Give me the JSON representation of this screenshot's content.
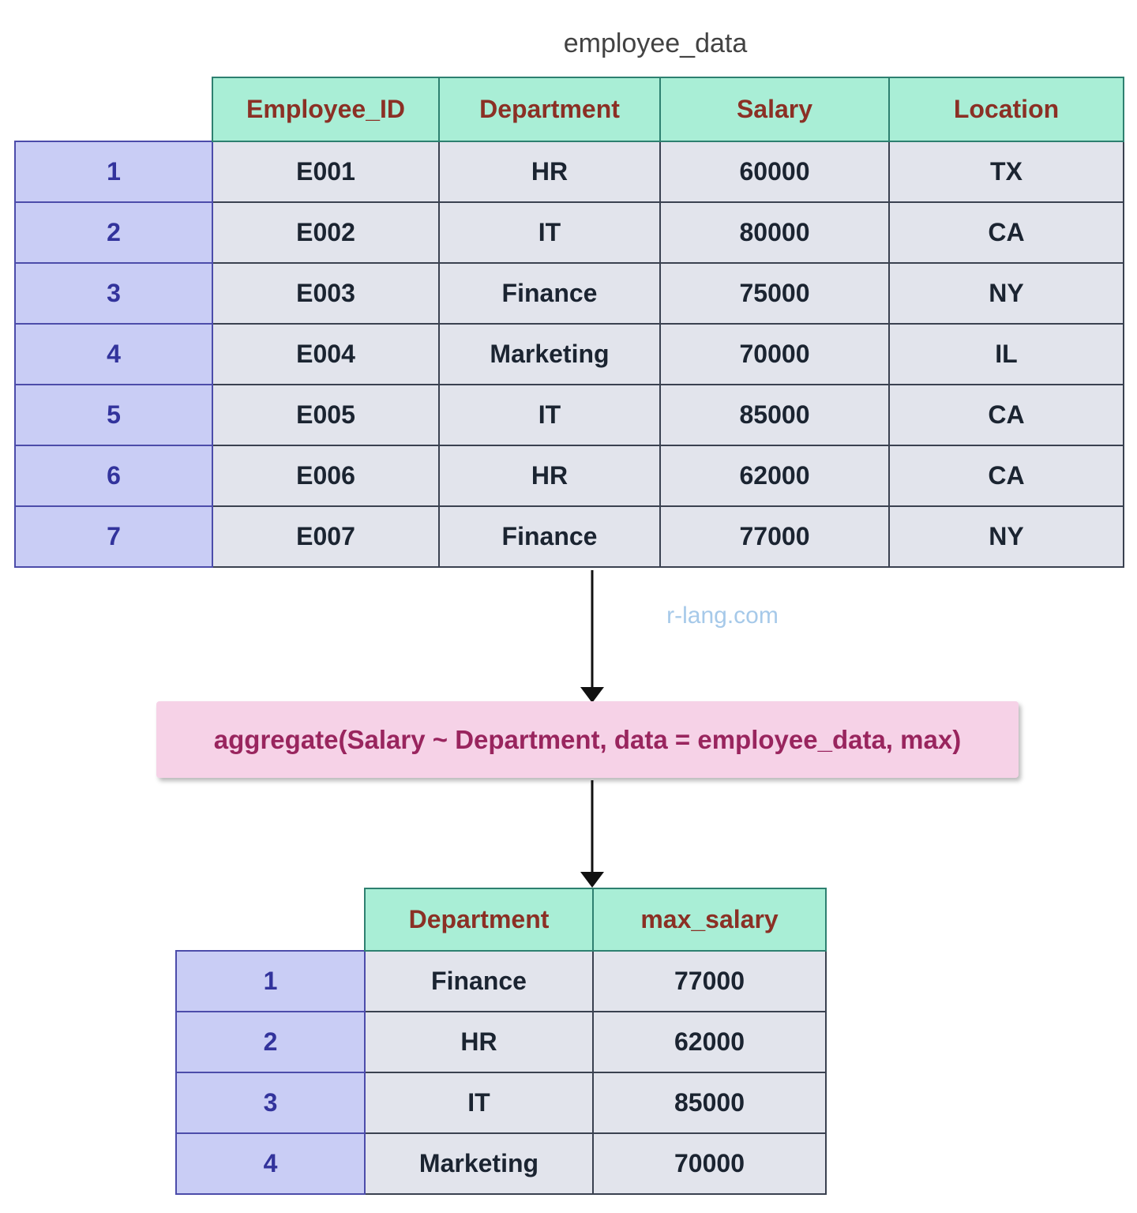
{
  "diagram": {
    "title": "employee_data",
    "watermark": "r-lang.com",
    "operation_code": "aggregate(Salary ~ Department, data = employee_data, max)"
  },
  "main_table": {
    "columns": [
      "Employee_ID",
      "Department",
      "Salary",
      "Location"
    ],
    "rows": [
      {
        "num": "1",
        "cells": [
          "E001",
          "HR",
          "60000",
          "TX"
        ]
      },
      {
        "num": "2",
        "cells": [
          "E002",
          "IT",
          "80000",
          "CA"
        ]
      },
      {
        "num": "3",
        "cells": [
          "E003",
          "Finance",
          "75000",
          "NY"
        ]
      },
      {
        "num": "4",
        "cells": [
          "E004",
          "Marketing",
          "70000",
          "IL"
        ]
      },
      {
        "num": "5",
        "cells": [
          "E005",
          "IT",
          "85000",
          "CA"
        ]
      },
      {
        "num": "6",
        "cells": [
          "E006",
          "HR",
          "62000",
          "CA"
        ]
      },
      {
        "num": "7",
        "cells": [
          "E007",
          "Finance",
          "77000",
          "NY"
        ]
      }
    ]
  },
  "result_table": {
    "columns": [
      "Department",
      "max_salary"
    ],
    "rows": [
      {
        "num": "1",
        "cells": [
          "Finance",
          "77000"
        ]
      },
      {
        "num": "2",
        "cells": [
          "HR",
          "62000"
        ]
      },
      {
        "num": "3",
        "cells": [
          "IT",
          "85000"
        ]
      },
      {
        "num": "4",
        "cells": [
          "Marketing",
          "70000"
        ]
      }
    ]
  },
  "colors": {
    "header_bg": "#a9eed6",
    "header_border": "#2e8070",
    "header_text": "#8b3025",
    "rownum_bg": "#c9cdf5",
    "rownum_border": "#4c4caa",
    "rownum_text": "#32339c",
    "cell_bg": "#e2e4ec",
    "cell_border": "#3a4150",
    "cell_text": "#1b2431",
    "operation_bg": "#f6d2e7",
    "operation_text": "#99255e",
    "watermark_text": "#a6c9e9",
    "title_text": "#424242",
    "arrow": "#111111"
  }
}
